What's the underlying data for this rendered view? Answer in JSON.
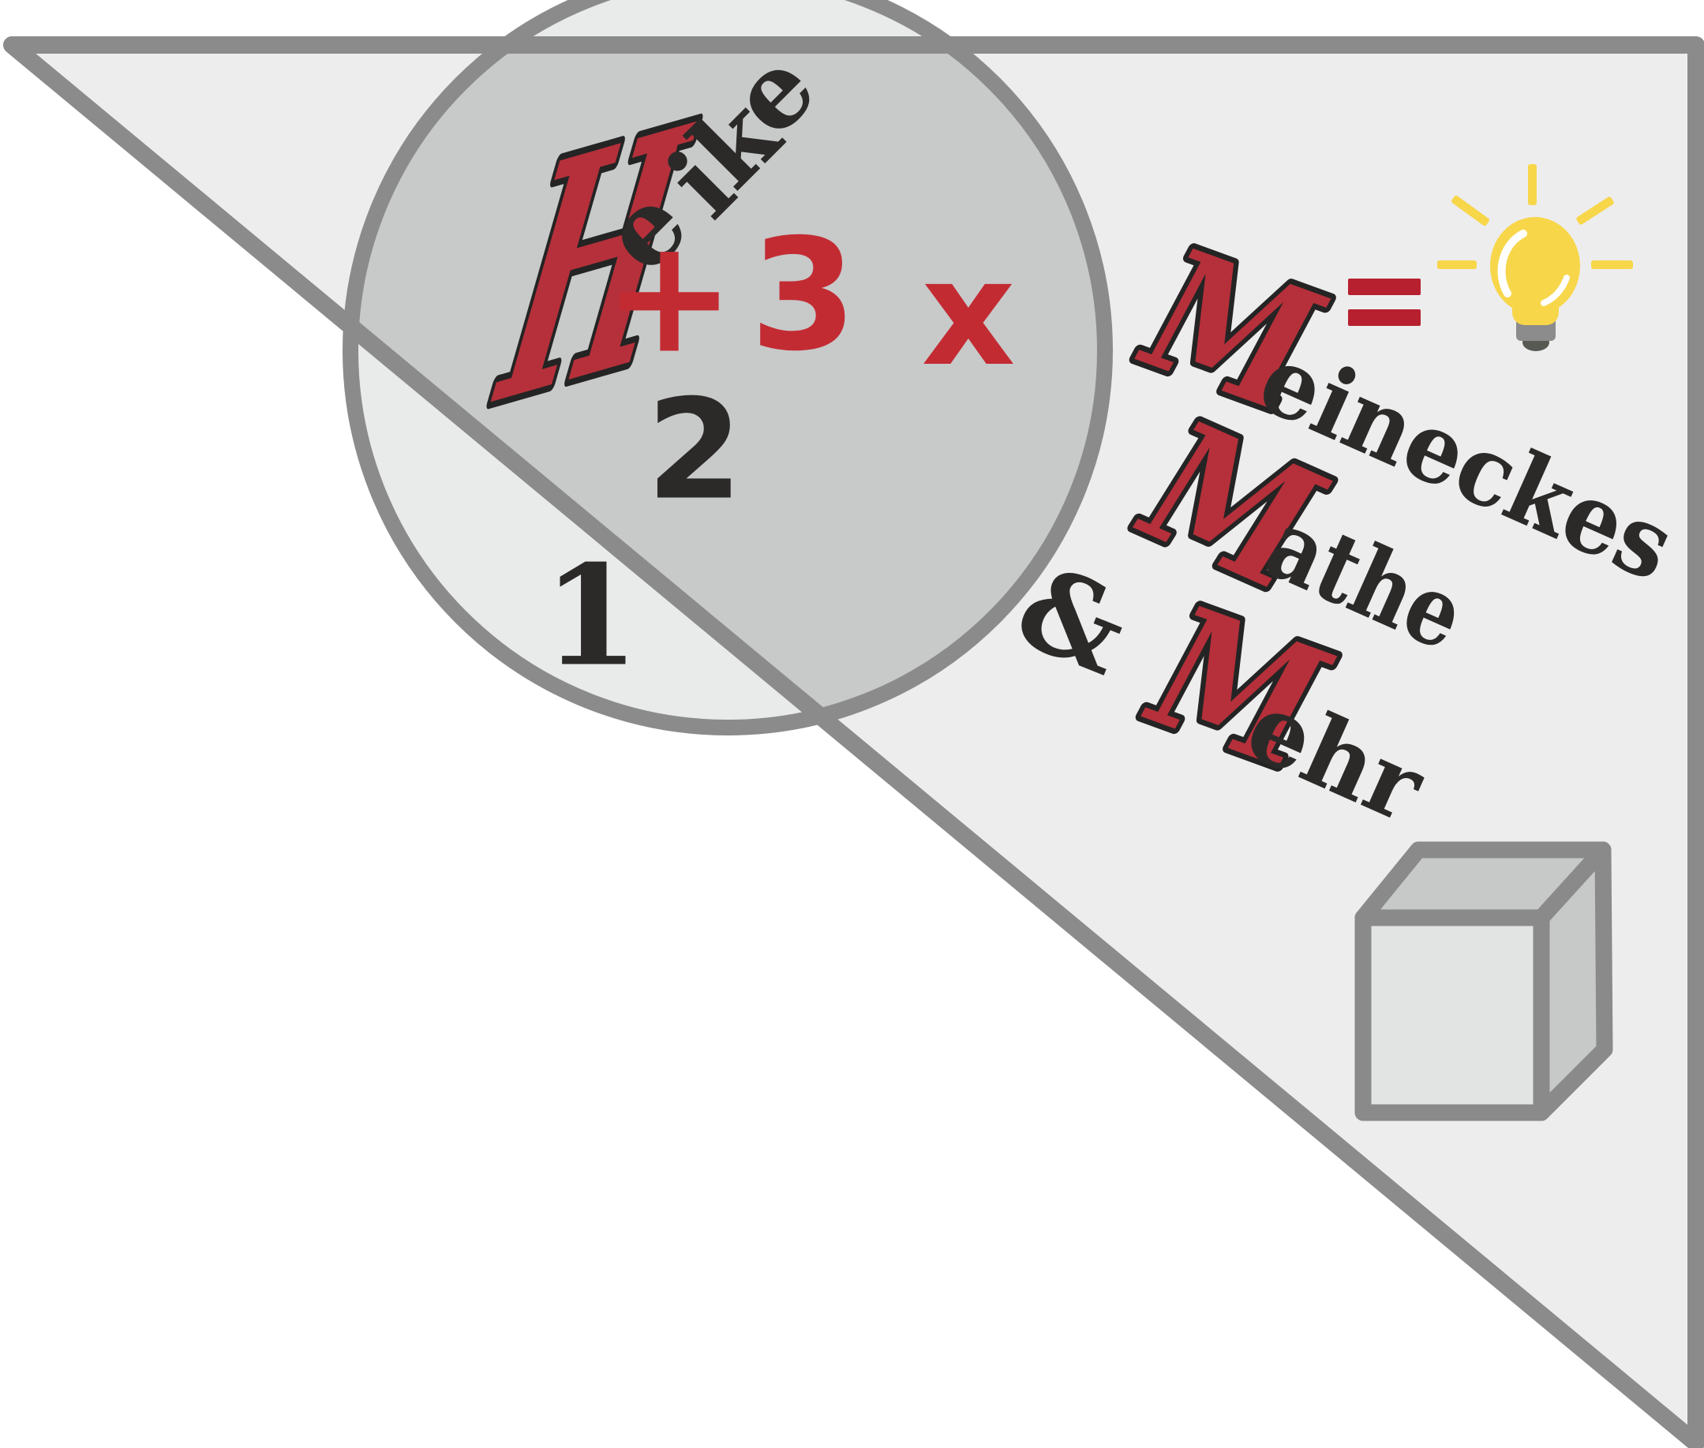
{
  "title": "Heike Meineckes Mathe & Mehr Logo",
  "heike": {
    "initial": "H",
    "e1": "e",
    "i": "i",
    "k": "k",
    "e2": "e"
  },
  "equation": {
    "plus": "+",
    "three": "3",
    "times": "x",
    "two": "2",
    "one": "1",
    "equals": "="
  },
  "brand": {
    "m1": "M",
    "rest1": "eineckes",
    "m2": "M",
    "rest2": "athe",
    "ampersand": "&",
    "m3": "M",
    "rest3": "ehr"
  },
  "icons": {
    "lightbulb": "lightbulb-icon",
    "cube": "cube-icon"
  },
  "colors": {
    "red_letters": "#b5303a",
    "red_operators": "#c32b33",
    "red_equals": "#b7202f",
    "ink": "#2b2a29",
    "outline_black": "#242424",
    "border_gray": "#8b8b8b",
    "circle_overlap_gray": "#c8c9c9",
    "circle_light_gray": "#e9eaea",
    "triangle_light_gray": "#ededee",
    "cube_front_gray": "#e2e3e3",
    "cube_side_gray": "#c7c8c8",
    "bulb_yellow": "#f7d64a",
    "bulb_base_gray": "#8c8c8c",
    "bulb_tip_gray": "#565a52"
  }
}
